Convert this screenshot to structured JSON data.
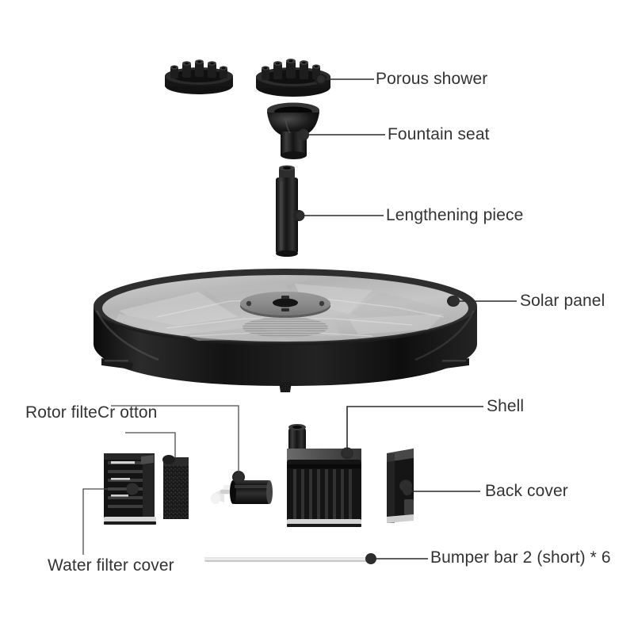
{
  "page": {
    "title": "Solar Fountain Pump Exploded Parts Diagram",
    "background_color": "#ffffff",
    "label_color": "#333333",
    "part_color": "#1a1a1a",
    "panel_top_color": "#b9b9b9",
    "leader_color": "#2a2a2a"
  },
  "labels": {
    "porous_shower": "Porous shower",
    "fountain_seat": "Fountain seat",
    "lengthening_piece": "Lengthening piece",
    "solar_panel": "Solar panel",
    "shell": "Shell",
    "back_cover": "Back cover",
    "rotor_filter_cotton": "Rotor filteCr otton",
    "water_filter_cover": "Water filter cover",
    "bumper_bar": "Bumper bar 2 (short) * 6"
  },
  "parts": [
    {
      "id": "porous-shower-left",
      "name": "Porous shower (spare)",
      "label": "",
      "labelled": false
    },
    {
      "id": "porous-shower-right",
      "name": "Porous shower",
      "label": "Porous shower",
      "labelled": true
    },
    {
      "id": "fountain-seat",
      "name": "Fountain seat",
      "label": "Fountain seat",
      "labelled": true
    },
    {
      "id": "lengthening-piece",
      "name": "Lengthening piece",
      "label": "Lengthening piece",
      "labelled": true
    },
    {
      "id": "solar-panel",
      "name": "Solar panel",
      "label": "Solar panel",
      "labelled": true
    },
    {
      "id": "water-filter-cover",
      "name": "Water filter cover",
      "label": "Water filter cover",
      "labelled": true
    },
    {
      "id": "filter-cotton",
      "name": "Filter cotton",
      "label": "Rotor filteCr otton",
      "labelled": true
    },
    {
      "id": "rotor",
      "name": "Rotor",
      "label": "Rotor filteCr otton",
      "labelled": true
    },
    {
      "id": "shell",
      "name": "Shell",
      "label": "Shell",
      "labelled": true
    },
    {
      "id": "back-cover",
      "name": "Back cover",
      "label": "Back cover",
      "labelled": true
    },
    {
      "id": "bumper-bar",
      "name": "Bumper bar 2 (short)",
      "label": "Bumper bar 2 (short) * 6",
      "labelled": true,
      "quantity": "6"
    }
  ]
}
